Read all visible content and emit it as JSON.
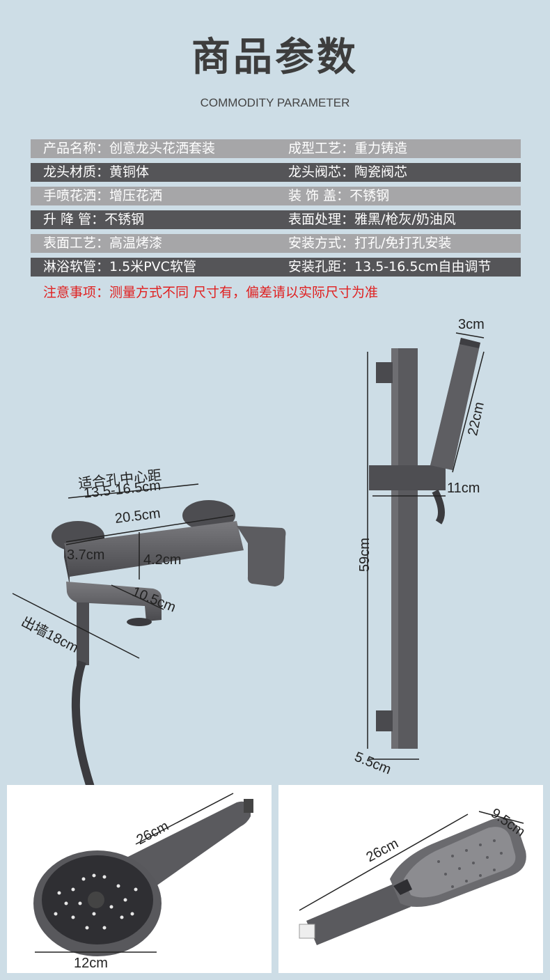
{
  "header": {
    "title": "商品参数",
    "subtitle": "COMMODITY PARAMETER"
  },
  "params": [
    {
      "left": "产品名称：创意龙头花洒套装",
      "right": "成型工艺：重力铸造"
    },
    {
      "left": "龙头材质：黄铜体",
      "right": "龙头阀芯：陶瓷阀芯"
    },
    {
      "left": "手喷花洒：增压花洒",
      "right": "装 饰 盖：不锈钢"
    },
    {
      "left": "升  降 管：不锈钢",
      "right": "表面处理：雅黑/枪灰/奶油风"
    },
    {
      "left": "表面工艺：高温烤漆",
      "right": "安装方式：打孔/免打孔安装"
    },
    {
      "left": "淋浴软管：1.5米PVC软管",
      "right": "安装孔距：13.5-16.5cm自由调节"
    }
  ],
  "note": "注意事项：测量方式不同 尺寸有，偏差请以实际尺寸为准",
  "faucet": {
    "hole_label": "适合孔中心距",
    "hole_value": "13.5-16.5cm",
    "width": "20.5cm",
    "depth_a": "3.7cm",
    "height": "4.2cm",
    "spout": "10.5cm",
    "out_wall": "出墙18cm"
  },
  "rail": {
    "head_width": "3cm",
    "head_length": "22cm",
    "slider": "11cm",
    "rail_length": "59cm",
    "rail_width": "5.5cm"
  },
  "round_shower": {
    "length": "26cm",
    "diameter": "12cm"
  },
  "square_shower": {
    "length": "26cm",
    "width": "9.5cm"
  },
  "colors": {
    "background": "#cddde6",
    "row_light": "#a6a6a8",
    "row_dark": "#555558",
    "note_red": "#e02020",
    "gunmetal": "#5a5a5e"
  }
}
